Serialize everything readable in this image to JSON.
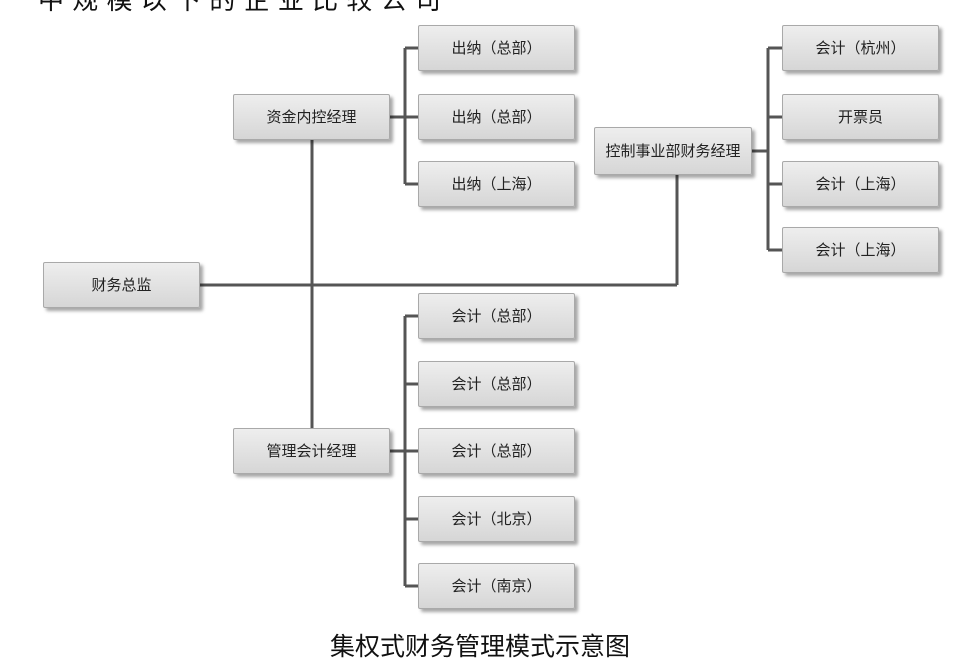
{
  "header_text": "中 规 模 以 下 的 企 业 比 较 公 司",
  "nodes": {
    "cfo": "财务总监",
    "fund_manager": "资金内控经理",
    "mgmt_acct_manager": "管理会计经理",
    "division_manager": "控制事业部财务经理",
    "cashier_hq_1": "出纳（总部）",
    "cashier_hq_2": "出纳（总部）",
    "cashier_sh": "出纳（上海）",
    "acct_hq_1": "会计（总部）",
    "acct_hq_2": "会计（总部）",
    "acct_hq_3": "会计（总部）",
    "acct_bj": "会计（北京）",
    "acct_nj": "会计（南京）",
    "acct_hz": "会计（杭州）",
    "invoicer": "开票员",
    "acct_sh_1": "会计（上海）",
    "acct_sh_2": "会计（上海）"
  },
  "caption": "集权式财务管理模式示意图",
  "colors": {
    "line": "#555555",
    "box_top": "#eeeeee",
    "box_bottom": "#d6d6d6"
  }
}
